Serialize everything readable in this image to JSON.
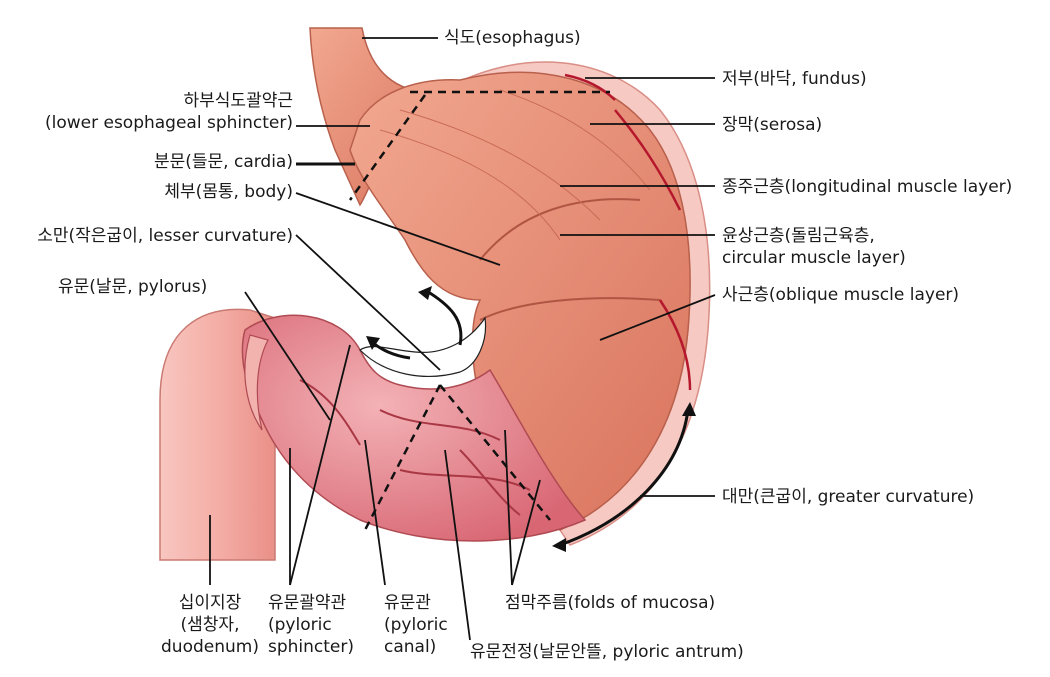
{
  "labels": {
    "esophagus": "식도(esophagus)",
    "les_ko": "하부식도괄약근",
    "les_en": "(lower esophageal sphincter)",
    "cardia": "분문(들문, cardia)",
    "body": "체부(몸통, body)",
    "lesser": "소만(작은굽이, lesser curvature)",
    "pylorus": "유문(날문, pylorus)",
    "fundus": "저부(바닥, fundus)",
    "serosa": "장막(serosa)",
    "longitudinal": "종주근층(longitudinal muscle layer)",
    "circular_1": "윤상근층(돌림근육층,",
    "circular_2": "circular muscle layer)",
    "oblique": "사근층(oblique muscle layer)",
    "greater": "대만(큰굽이, greater curvature)",
    "duodenum_1": "십이지장",
    "duodenum_2": "(샘창자,",
    "duodenum_3": "duodenum)",
    "sphincter_1": "유문괄약관",
    "sphincter_2": "(pyloric",
    "sphincter_3": "sphincter)",
    "canal_1": "유문관",
    "canal_2": "(pyloric",
    "canal_3": "canal)",
    "folds": "점막주름(folds of mucosa)",
    "antrum": "유문전정(날문안뜰, pyloric antrum)"
  },
  "colors": {
    "muscle": "#e98f78",
    "muscle_dark": "#c8624c",
    "serosa": "#f6c3bd",
    "mucosa": "#e07a82",
    "vessel": "#b5182c",
    "line": "#111111"
  }
}
